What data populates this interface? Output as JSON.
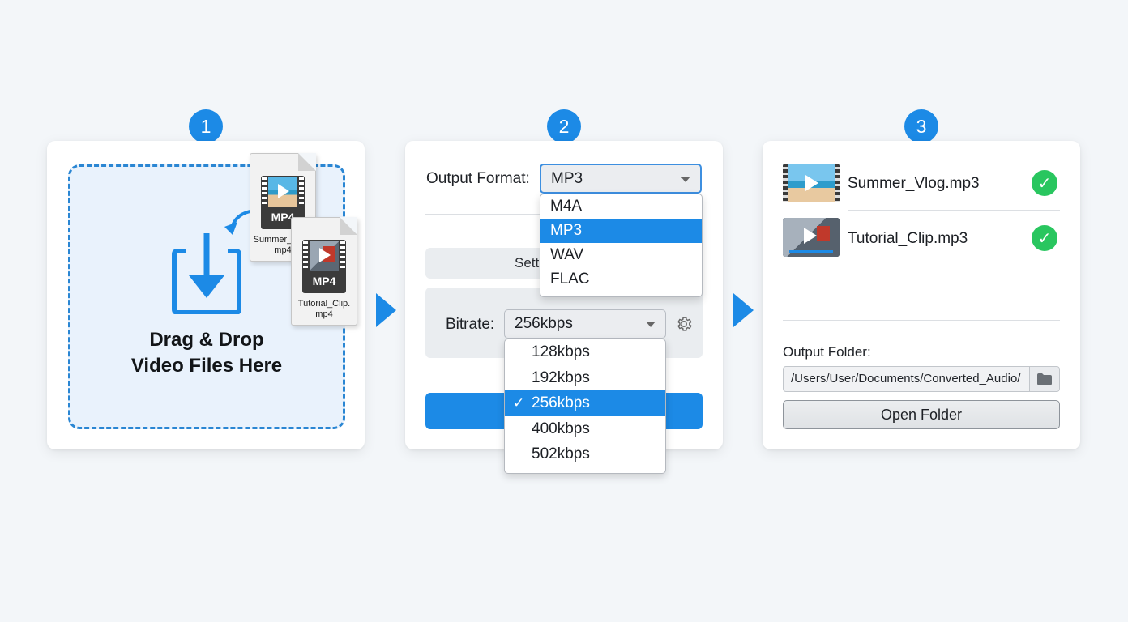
{
  "steps": [
    "1",
    "2",
    "3"
  ],
  "colors": {
    "accent": "#1c8ae6",
    "success": "#29c65f",
    "dropzone_bg": "#e9f2fc"
  },
  "drop": {
    "line1": "Drag & Drop",
    "line2": "Video Files Here",
    "files": [
      {
        "ext": "MP4",
        "name_line1": "Summer_Vlog.",
        "name_line2": "mp4"
      },
      {
        "ext": "MP4",
        "name_line1": "Tutorial_Clip.",
        "name_line2": "mp4"
      }
    ]
  },
  "settings": {
    "output_format_label": "Output Format:",
    "output_format_value": "MP3",
    "format_options": [
      "M4A",
      "MP3",
      "WAV",
      "FLAC"
    ],
    "format_selected": "MP3",
    "settings_button_partial": "Sett",
    "bitrate_label": "Bitrate:",
    "bitrate_value": "256kbps",
    "bitrate_options": [
      "128kbps",
      "192kbps",
      "256kbps",
      "400kbps",
      "502kbps"
    ],
    "bitrate_selected": "256kbps",
    "gear_icon": "gear-icon"
  },
  "results": {
    "files": [
      {
        "name": "Summer_Vlog.mp3",
        "status": "done"
      },
      {
        "name": "Tutorial_Clip.mp3",
        "status": "done"
      }
    ],
    "output_folder_label": "Output Folder:",
    "output_folder_path": "/Users/User/Documents/Converted_Audio/",
    "open_folder_label": "Open Folder"
  }
}
